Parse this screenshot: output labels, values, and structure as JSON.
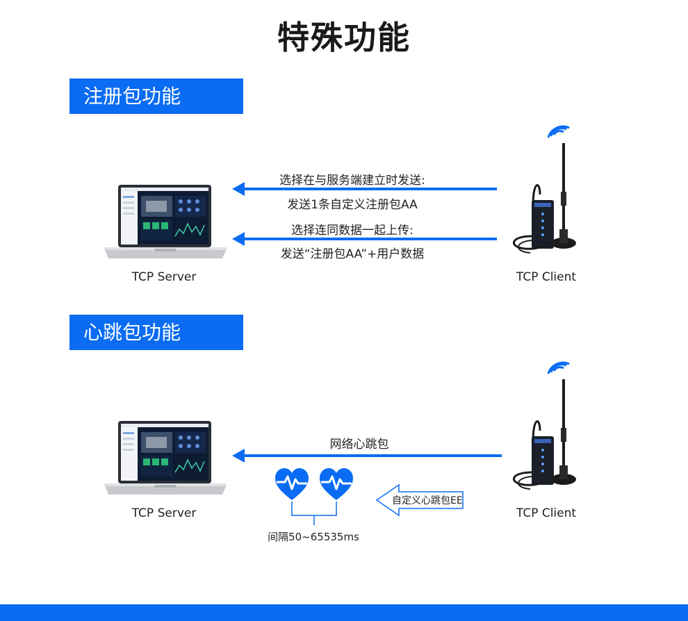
{
  "page": {
    "title": "特殊功能"
  },
  "colors": {
    "accent": "#0a6cf2",
    "arrow": "#0b6cf0",
    "text": "#222222"
  },
  "registration": {
    "header": "注册包功能",
    "server_label": "TCP Server",
    "client_label": "TCP Client",
    "option1_line1": "选择在与服务端建立时发送:",
    "option1_line2": "发送1条自定义注册包AA",
    "option2_line1": "选择连同数据一起上传:",
    "option2_line2": "发送“注册包AA”+用户数据"
  },
  "heartbeat": {
    "header": "心跳包功能",
    "server_label": "TCP Server",
    "client_label": "TCP Client",
    "arrow_label": "网络心跳包",
    "custom_label": "自定义心跳包EE",
    "interval_label": "间隔50~65535ms"
  }
}
